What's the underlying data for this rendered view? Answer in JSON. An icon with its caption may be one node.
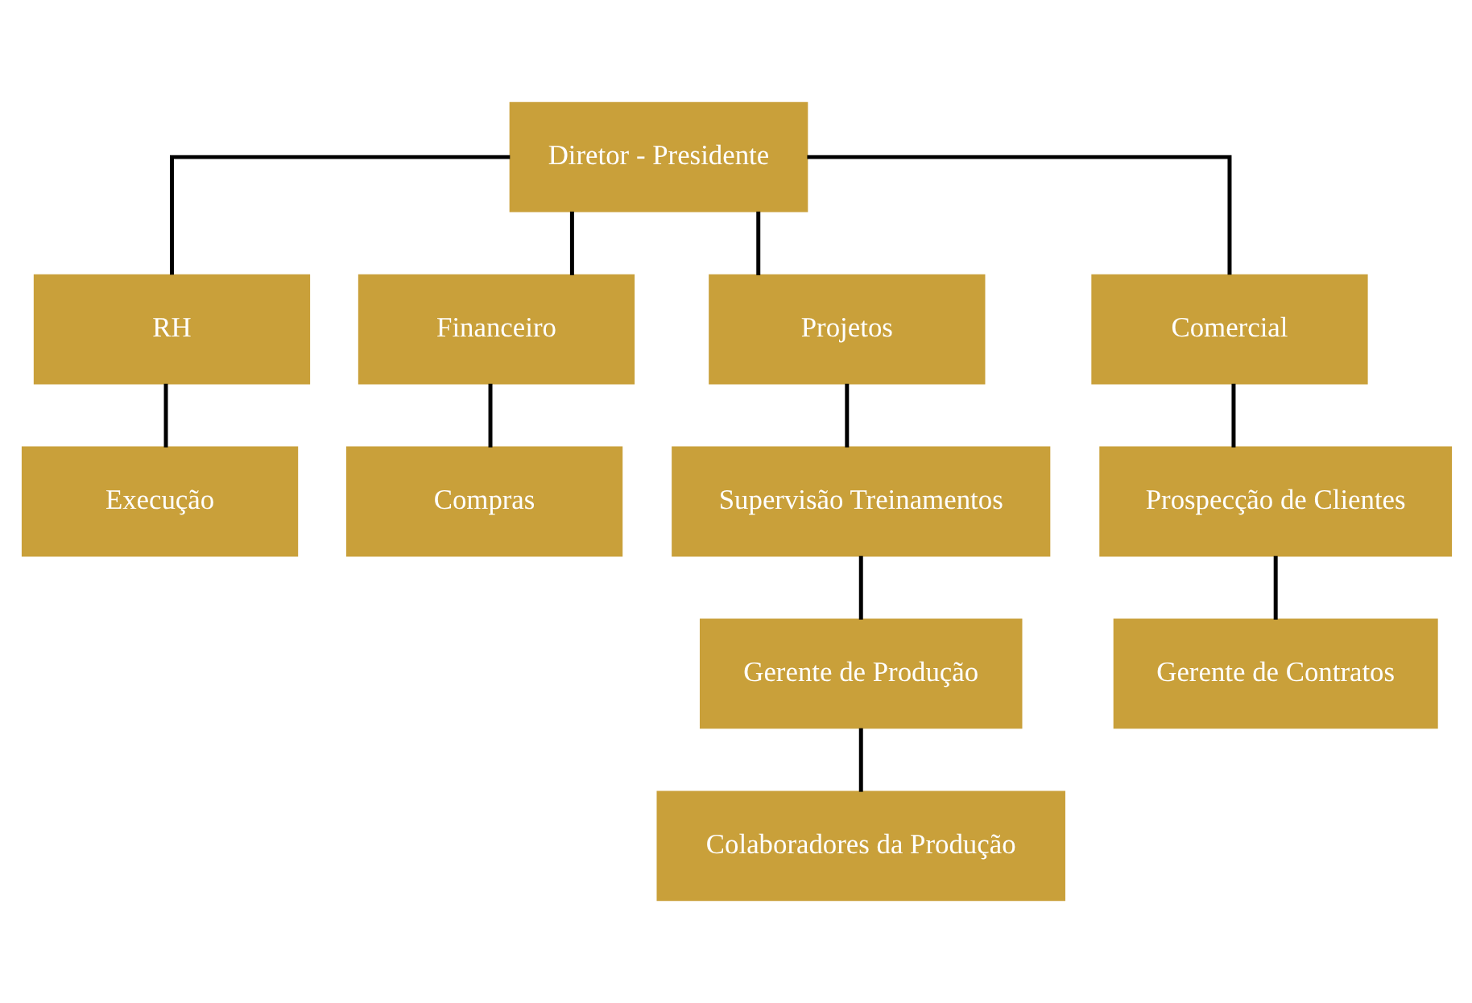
{
  "diagram": {
    "nodes": [
      {
        "text": [
          "Diretor - Presidente"
        ]
      },
      {
        "text": [
          "RH"
        ]
      },
      {
        "text": [
          "Financeiro"
        ]
      },
      {
        "text": [
          "Projetos"
        ]
      },
      {
        "text": [
          "Comercial"
        ]
      },
      {
        "text": [
          "Execução"
        ]
      },
      {
        "text": [
          "Compras"
        ]
      },
      {
        "text": [
          "Supervisão Treinamentos"
        ]
      },
      {
        "text": [
          "Prospecção de Clientes"
        ]
      },
      {
        "text": [
          "Gerente de Produção"
        ]
      },
      {
        "text": [
          "Gerente de Contratos"
        ]
      },
      {
        "text": [
          "Colaboradores da Produção"
        ]
      }
    ],
    "edges": [
      {
        "from": 0,
        "to": 1,
        "arrow": "none"
      },
      {
        "from": 0,
        "to": 2,
        "arrow": "none"
      },
      {
        "from": 0,
        "to": 3,
        "arrow": "none"
      },
      {
        "from": 0,
        "to": 4,
        "arrow": "none"
      },
      {
        "from": 1,
        "to": 5,
        "arrow": "none"
      },
      {
        "from": 2,
        "to": 6,
        "arrow": "none"
      },
      {
        "from": 3,
        "to": 7,
        "arrow": "none"
      },
      {
        "from": 4,
        "to": 8,
        "arrow": "none"
      },
      {
        "from": 7,
        "to": 9,
        "arrow": "none"
      },
      {
        "from": 8,
        "to": 10,
        "arrow": "none"
      },
      {
        "from": 9,
        "to": 11,
        "arrow": "none"
      }
    ]
  }
}
